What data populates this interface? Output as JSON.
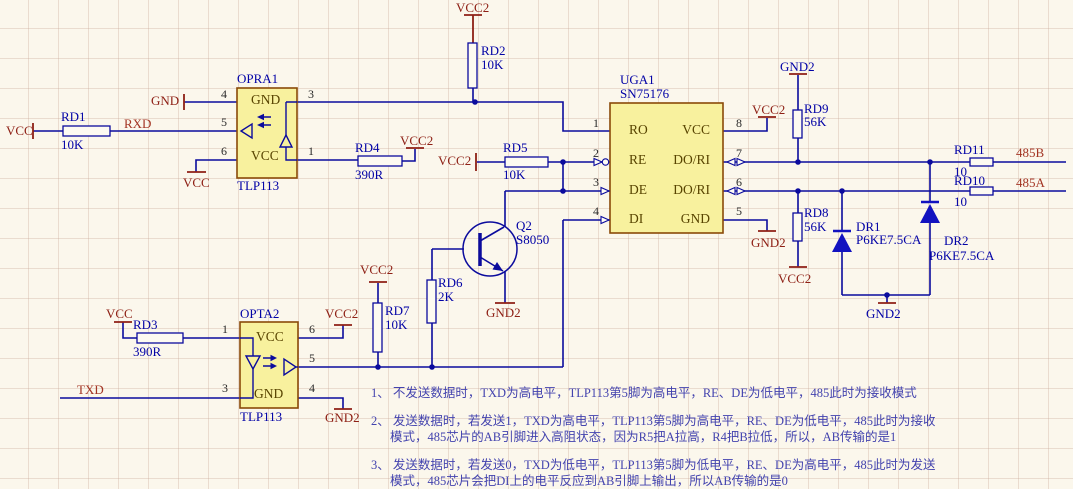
{
  "s": {
    "power": {
      "vcc": "VCC",
      "vcc2": "VCC2",
      "gnd": "GND",
      "gnd2": "GND2"
    },
    "nets": {
      "rxd": "RXD",
      "txd": "TXD",
      "a485": "485A",
      "b485": "485B"
    },
    "parts": {
      "rd1": {
        "ref": "RD1",
        "val": "10K"
      },
      "rd2": {
        "ref": "RD2",
        "val": "10K"
      },
      "rd3": {
        "ref": "RD3",
        "val": "390R"
      },
      "rd4": {
        "ref": "RD4",
        "val": "390R"
      },
      "rd5": {
        "ref": "RD5",
        "val": "10K"
      },
      "rd6": {
        "ref": "RD6",
        "val": "2K"
      },
      "rd7": {
        "ref": "RD7",
        "val": "10K"
      },
      "rd8": {
        "ref": "RD8",
        "val": "56K"
      },
      "rd9": {
        "ref": "RD9",
        "val": "56K"
      },
      "rd10": {
        "ref": "RD10",
        "val": "10"
      },
      "rd11": {
        "ref": "RD11",
        "val": "10"
      },
      "q2": {
        "ref": "Q2",
        "val": "S8050"
      },
      "dr1": {
        "ref": "DR1",
        "val": "P6KE7.5CA"
      },
      "dr2": {
        "ref": "DR2",
        "val": "P6KE7.5CA"
      },
      "opra1": {
        "ref": "OPRA1",
        "part": "TLP113",
        "gnd": "GND",
        "vcc": "VCC",
        "pin4": "4",
        "pin5": "5",
        "pin6": "6",
        "pin3": "3",
        "pin1": "1"
      },
      "opta2": {
        "ref": "OPTA2",
        "part": "TLP113",
        "vcc": "VCC",
        "gnd": "GND",
        "pin1": "1",
        "pin3": "3",
        "pin6": "6",
        "pin5": "5",
        "pin4": "4"
      },
      "uga1": {
        "ref": "UGA1",
        "part": "SN75176",
        "left": [
          {
            "num": "1",
            "name": "RO"
          },
          {
            "num": "2",
            "name": "RE"
          },
          {
            "num": "3",
            "name": "DE"
          },
          {
            "num": "4",
            "name": "DI"
          }
        ],
        "right": [
          {
            "num": "8",
            "name": "VCC"
          },
          {
            "num": "7",
            "name": "DO/RI"
          },
          {
            "num": "6",
            "name": "DO/RI"
          },
          {
            "num": "5",
            "name": "GND"
          }
        ]
      }
    },
    "notes": [
      {
        "l1": "1、 不发送数据时，TXD为高电平，TLP113第5脚为高电平，RE、DE为低电平，485此时为接收模式",
        "l2": ""
      },
      {
        "l1": "2、 发送数据时，若发送1，TXD为高电平，TLP113第5脚为高电平，RE、DE为低电平，485此时为接收",
        "l2": "模式，485芯片的AB引脚进入高阻状态，因为R5把A拉高，R4把B拉低，所以，AB传输的是1"
      },
      {
        "l1": "3、 发送数据时，若发送0，TXD为低电平，TLP113第5脚为低电平，RE、DE为高电平，485此时为发送",
        "l2": "模式，485芯片会把DI上的电平反应到AB引脚上输出，所以AB传输的是0"
      }
    ],
    "colors": {
      "wire": "#0b0b9d",
      "power": "#8e2015",
      "chip_fill": "#f8f19e",
      "chip_border": "#8a4a08",
      "designator": "#0202a6"
    }
  }
}
